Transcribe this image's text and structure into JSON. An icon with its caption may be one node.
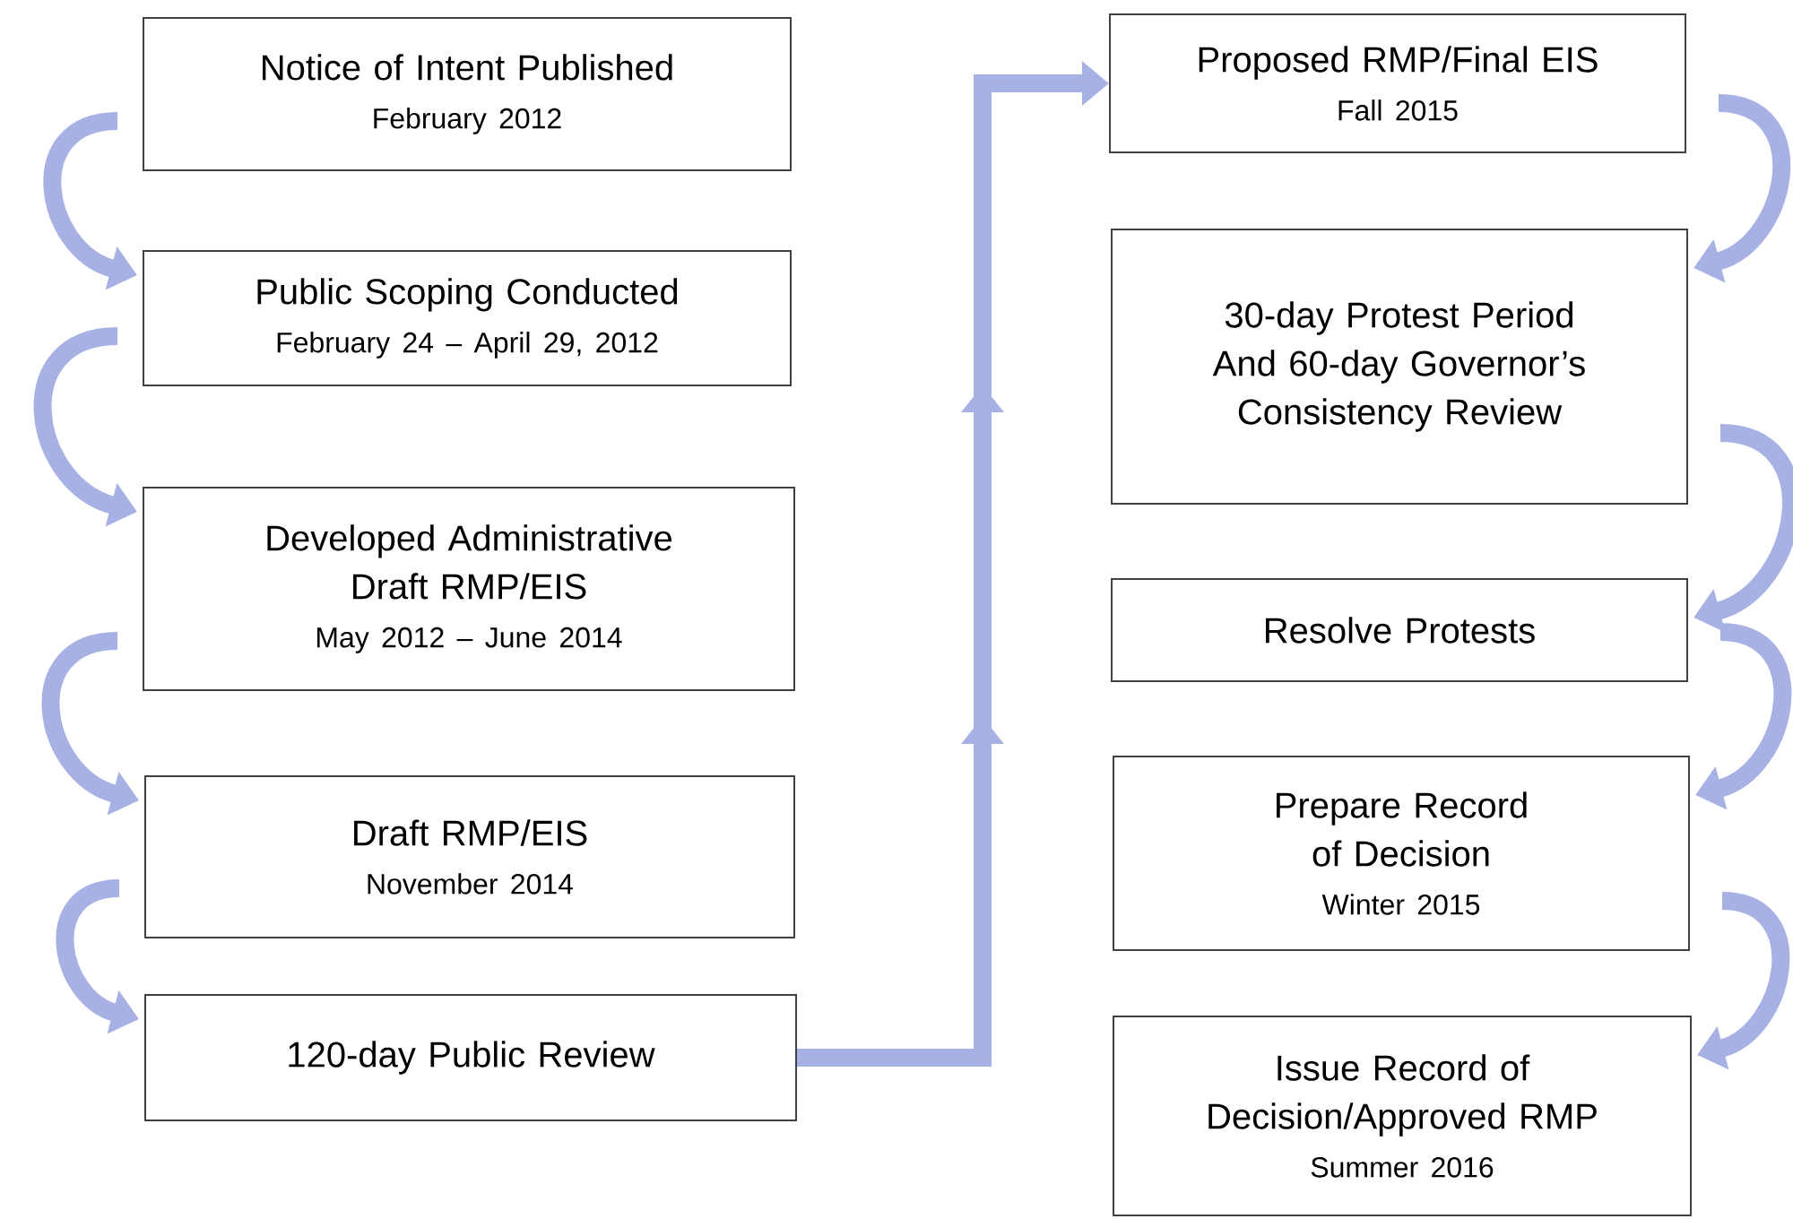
{
  "diagram": {
    "nodes": [
      {
        "text": [
          "Notice of Intent Published",
          "February 2012"
        ]
      },
      {
        "text": [
          "Public Scoping Conducted",
          "February 24 – April 29, 2012"
        ]
      },
      {
        "text": [
          "Developed Administrative Draft RMP/EIS",
          "May 2012 – June 2014"
        ]
      },
      {
        "text": [
          "Draft RMP/EIS",
          "November 2014"
        ]
      },
      {
        "text": [
          "120-day Public Review"
        ]
      },
      {
        "text": [
          "Proposed RMP/Final EIS",
          "Fall 2015"
        ]
      },
      {
        "text": [
          "30-day Protest Period And 60-day Governor’s Consistency Review"
        ]
      },
      {
        "text": [
          "Resolve Protests"
        ]
      },
      {
        "text": [
          "Prepare Record of Decision",
          "Winter 2015"
        ]
      },
      {
        "text": [
          "Issue Record of Decision/Approved RMP",
          "Summer 2016"
        ]
      }
    ],
    "edges": [
      {
        "from": 0,
        "to": 1,
        "arrow": "to"
      },
      {
        "from": 1,
        "to": 2,
        "arrow": "to"
      },
      {
        "from": 2,
        "to": 3,
        "arrow": "to"
      },
      {
        "from": 3,
        "to": 4,
        "arrow": "to"
      },
      {
        "from": 4,
        "to": 5,
        "arrow": "to"
      },
      {
        "from": 5,
        "to": 6,
        "arrow": "to"
      },
      {
        "from": 6,
        "to": 7,
        "arrow": "to"
      },
      {
        "from": 7,
        "to": 8,
        "arrow": "to"
      },
      {
        "from": 8,
        "to": 9,
        "arrow": "to"
      }
    ]
  }
}
